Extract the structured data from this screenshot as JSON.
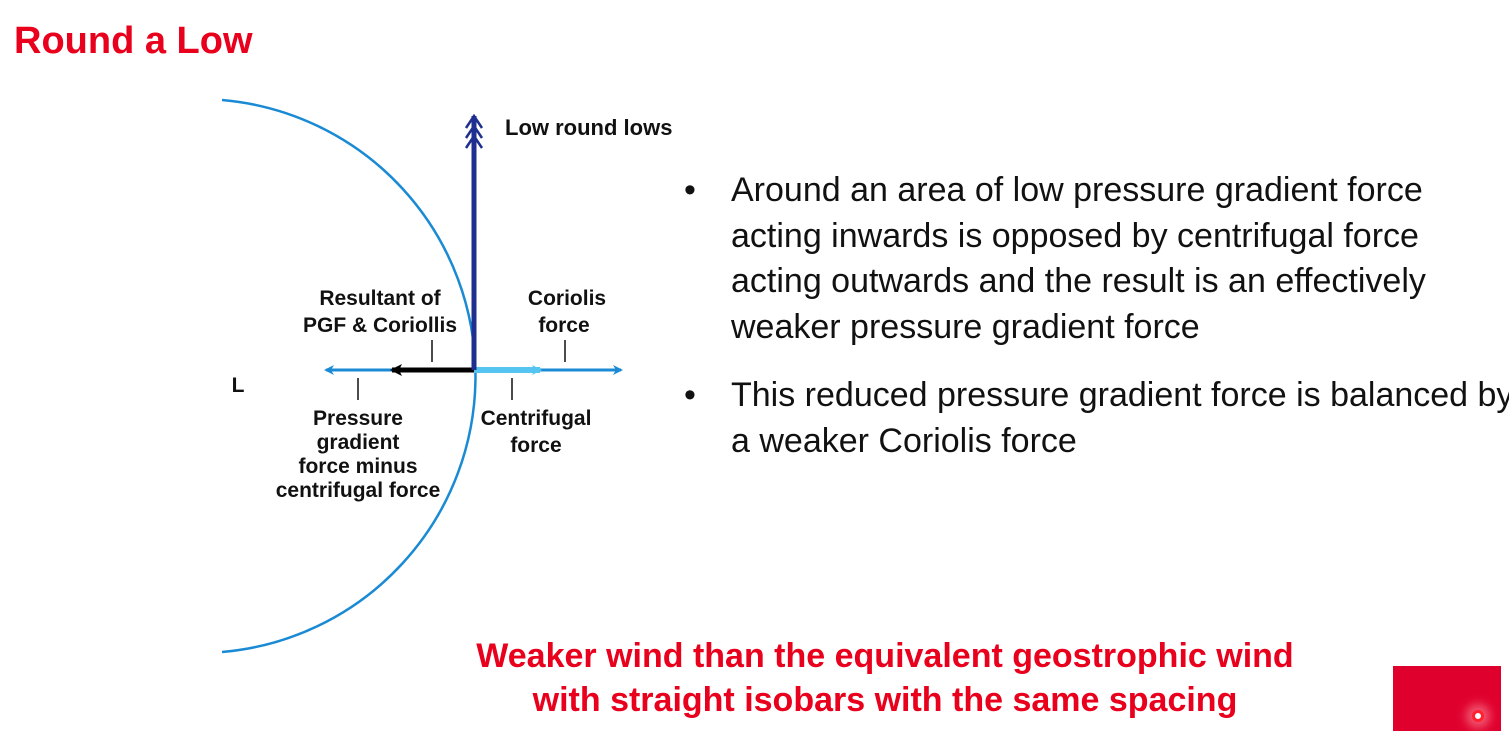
{
  "slide": {
    "title": "Round a Low",
    "bullets": [
      "Around an area of low pressure gradient force acting inwards is opposed by centrifugal force acting outwards and the result is an effectively weaker pressure gradient force",
      "This reduced pressure gradient force is balanced by a weaker Coriolis force"
    ],
    "bullet_symbol": "•",
    "footer_lines": [
      "Weaker wind than the equivalent geostrophic wind",
      "with straight isobars with the same spacing"
    ]
  },
  "diagram": {
    "wind_label": "Low round lows",
    "low_marker": "L",
    "resultant_label": [
      "Resultant of",
      "PGF & Coriollis"
    ],
    "coriolis_label": [
      "Coriolis",
      "force"
    ],
    "pgf_label": [
      "Pressure",
      "gradient",
      "force minus",
      "centrifugal force"
    ],
    "centrifugal_label": [
      "Centrifugal",
      "force"
    ]
  },
  "colors": {
    "accent_red": "#e8001c",
    "isobar_blue": "#1a8ad4",
    "wind_navy": "#1f2f8f",
    "centrifugal_light_blue": "#55c4f0"
  }
}
